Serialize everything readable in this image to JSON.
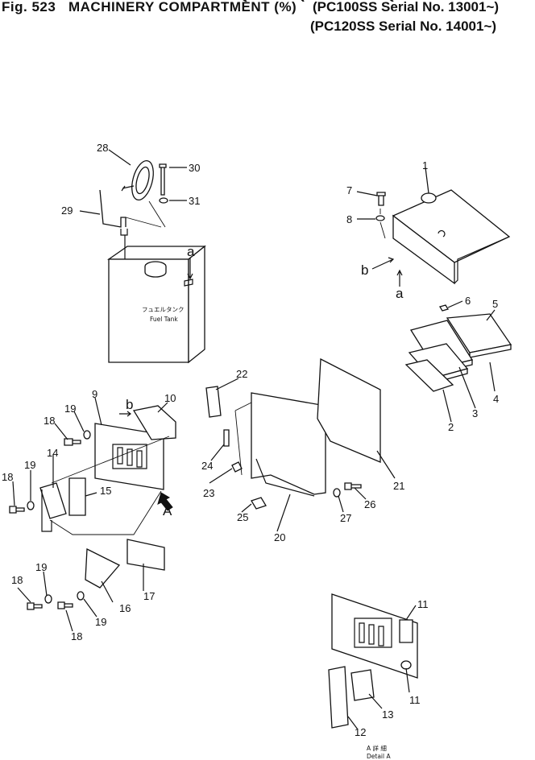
{
  "header": {
    "figure": "Fig. 523",
    "title": "MACHINERY COMPARTMENT (%)",
    "serial_1": "(PC100SS Serial No. 13001~)",
    "serial_2": "(PC120SS Serial No. 14001~)"
  },
  "tank": {
    "label_jp": "フュエルタンク",
    "label_en": "Fuel Tank"
  },
  "view_letters": {
    "a": "a",
    "b": "b",
    "A": "A"
  },
  "callouts": [
    "1",
    "2",
    "3",
    "4",
    "5",
    "6",
    "7",
    "8",
    "9",
    "10",
    "11",
    "12",
    "13",
    "14",
    "15",
    "16",
    "17",
    "18",
    "19",
    "20",
    "21",
    "22",
    "23",
    "24",
    "25",
    "26",
    "27",
    "28",
    "29",
    "30",
    "31"
  ],
  "detail": {
    "label_jp": "A 詳 細",
    "label_en": "Detail A"
  }
}
